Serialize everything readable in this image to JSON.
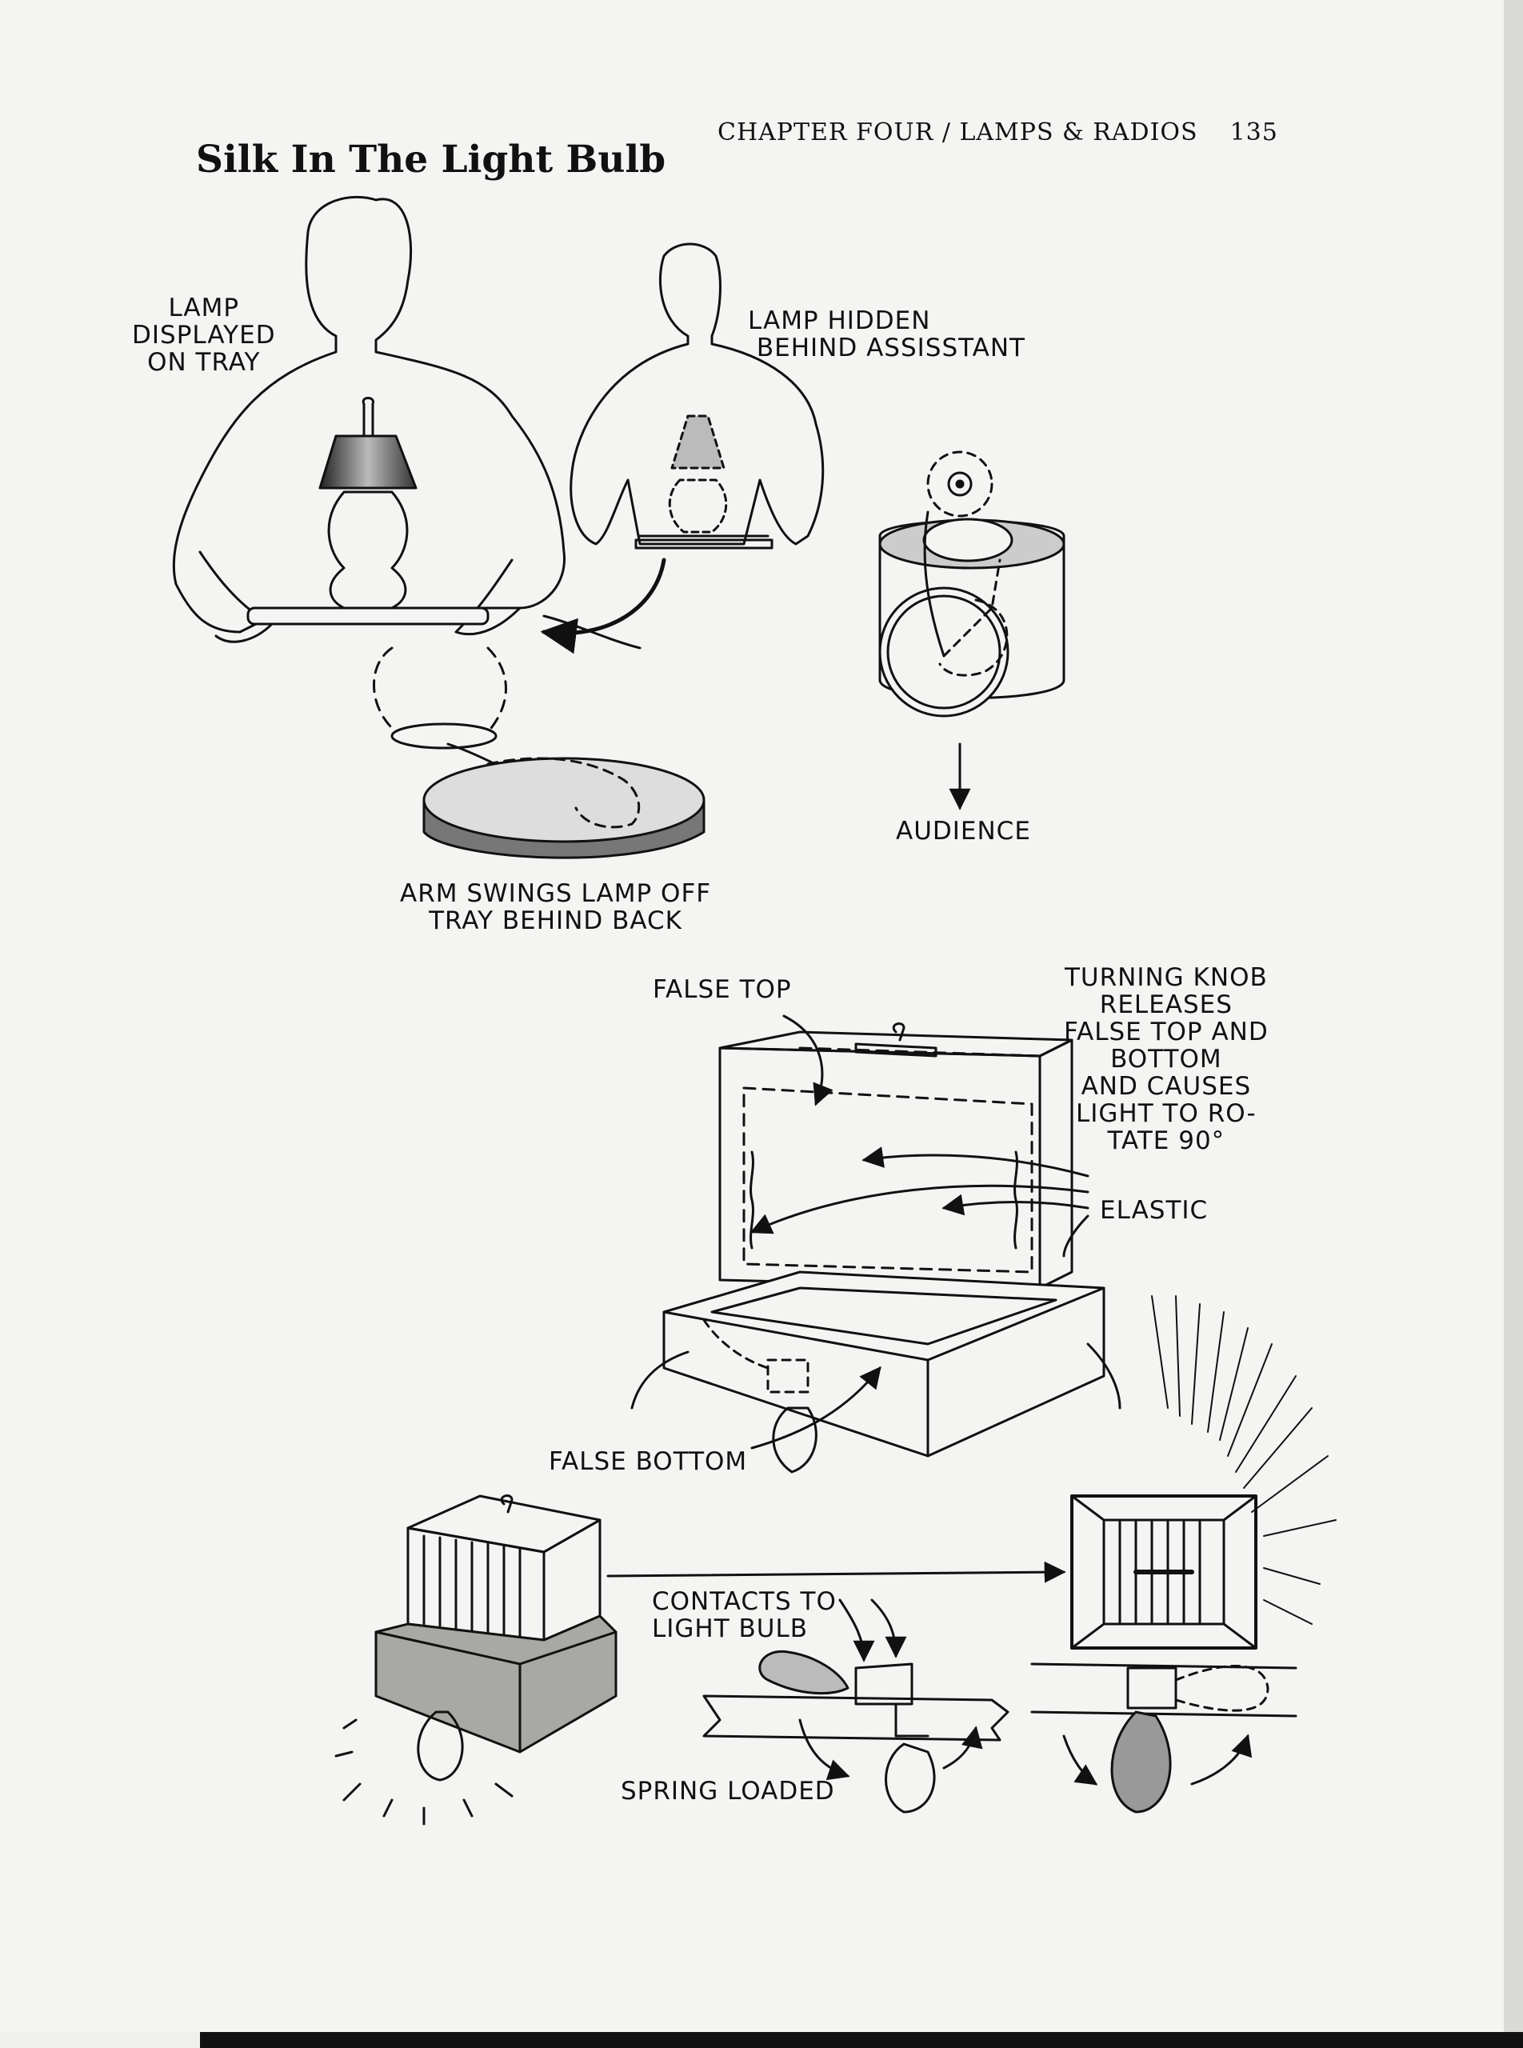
{
  "header": {
    "chapter": "CHAPTER FOUR / LAMPS & RADIOS",
    "page_number": "135"
  },
  "title": "Silk In The Light Bulb",
  "labels": {
    "lamp_displayed": "LAMP\nDISPLAYED\nON TRAY",
    "lamp_hidden": "LAMP HIDDEN\n BEHIND ASSISSTANT",
    "audience": "AUDIENCE",
    "arm_swings": "ARM SWINGS LAMP OFF\nTRAY BEHIND BACK",
    "false_top": "FALSE TOP",
    "turning_knob": "TURNING KNOB\nRELEASES\nFALSE TOP AND\nBOTTOM\nAND CAUSES\nLIGHT TO RO-\nTATE 90°",
    "elastic": "ELASTIC",
    "false_bottom": "FALSE BOTTOM",
    "contacts": "CONTACTS TO\nLIGHT BULB",
    "spring_loaded": "SPRING LOADED"
  },
  "colors": {
    "ink": "#111111",
    "paper": "#f4f4f2",
    "shade": "#9a9a96"
  },
  "icons": [
    "arrow-icon"
  ]
}
